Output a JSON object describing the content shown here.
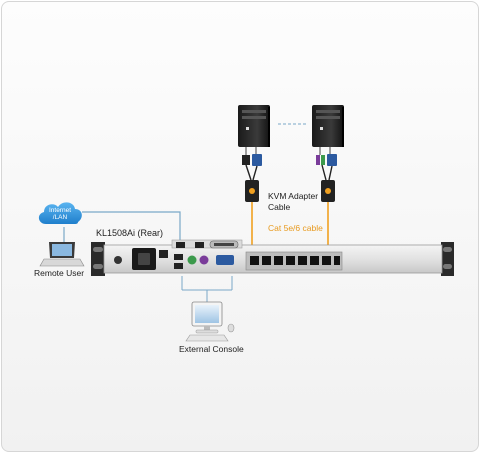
{
  "diagram": {
    "device_label": "KL1508Ai (Rear)",
    "cloud_label": "Internet\n/LAN",
    "remote_user_label": "Remote User",
    "external_console_label": "External Console",
    "kvm_adapter_label_line1": "KVM Adapter",
    "kvm_adapter_label_line2": "Cable",
    "cat_cable_label": "Cat 5e/6 cable"
  },
  "colors": {
    "cable_orange": "#f0a020",
    "cable_blue": "#7aa8c8",
    "cat_label": "#e89a1e",
    "cloud": "#2a8fd8"
  },
  "icons": {
    "cloud": "cloud-icon",
    "laptop": "laptop-icon",
    "server": "server-icon",
    "monitor": "monitor-icon",
    "kvm_switch": "kvm-switch-icon"
  }
}
